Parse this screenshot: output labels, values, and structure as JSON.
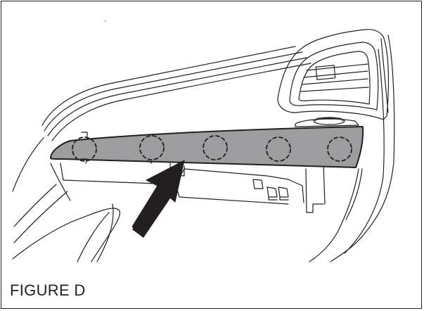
{
  "figure": {
    "caption": "FIGURE D",
    "panel_fill": "#9d9d9f",
    "line_color": "#231f20",
    "background": "#ffffff",
    "clip_marker_count": 5,
    "arrow": "points-to-trim-panel"
  }
}
